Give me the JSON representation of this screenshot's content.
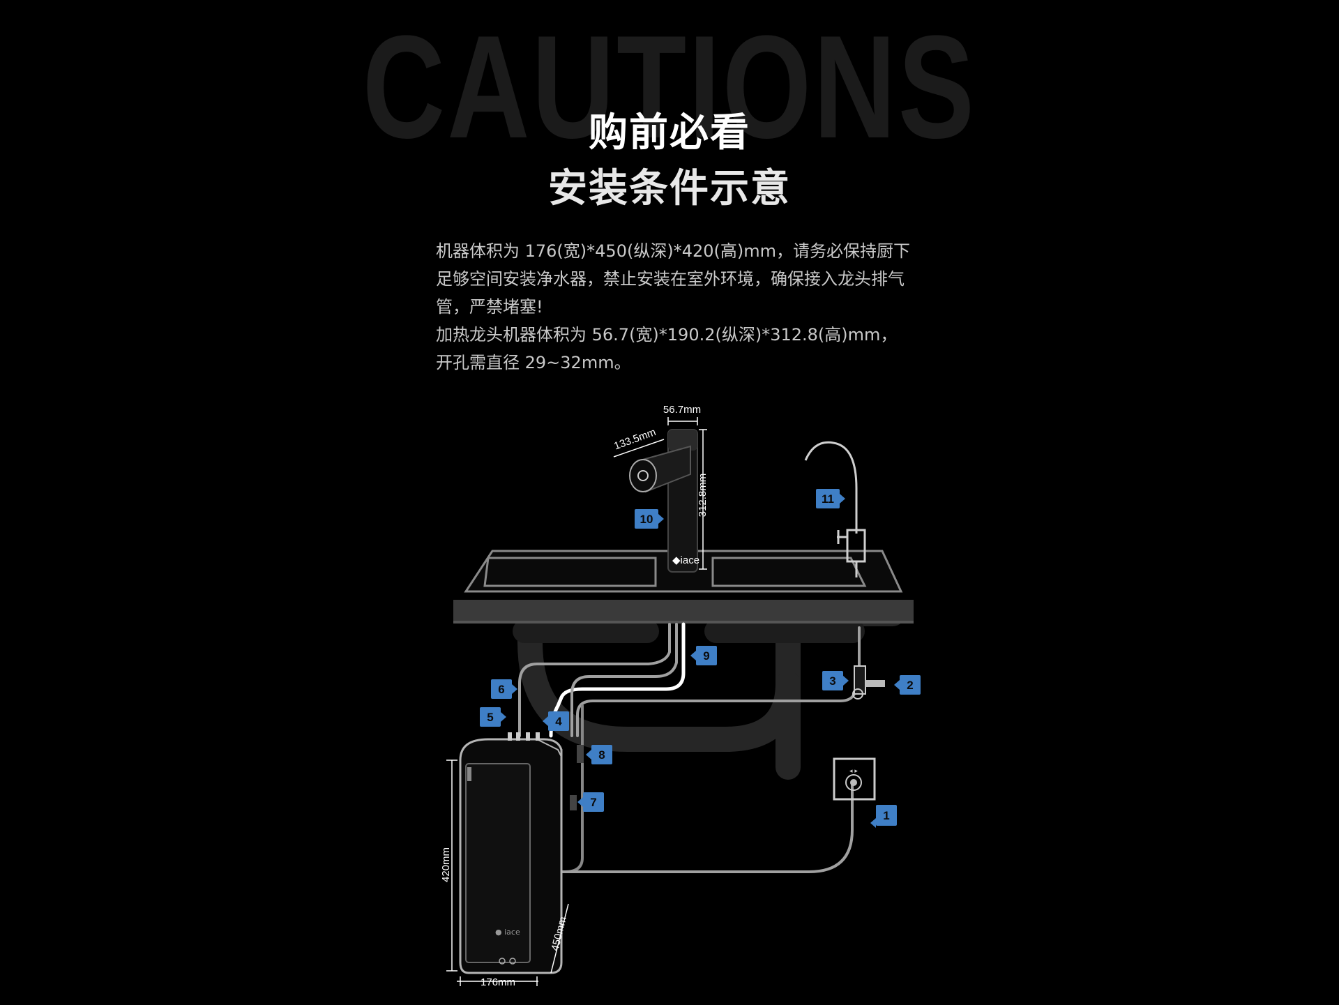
{
  "header": {
    "background_word": "CAUTIONS",
    "title_line1": "购前必看",
    "title_line2": "安装条件示意"
  },
  "description": {
    "paragraph1": "机器体积为 176(宽)*450(纵深)*420(高)mm，请务必保持厨下足够空间安装净水器，禁止安装在室外环境，确保接入龙头排气管，严禁堵塞!",
    "paragraph2": "加热龙头机器体积为 56.7(宽)*190.2(纵深)*312.8(高)mm，开孔需直径 29~32mm。"
  },
  "dimensions": {
    "faucet_width": "56.7mm",
    "faucet_spout": "133.5mm",
    "faucet_height": "312.8mm",
    "unit_height": "420mm",
    "unit_depth": "450mm",
    "unit_width": "176mm"
  },
  "callouts": [
    "1",
    "2",
    "3",
    "4",
    "5",
    "6",
    "7",
    "8",
    "9",
    "10",
    "11"
  ],
  "colors": {
    "background": "#000000",
    "badge": "#3f7fc6",
    "pipe_white": "#ffffff",
    "pipe_grey": "#9a9a9a",
    "counter": "#3a3a3a"
  }
}
